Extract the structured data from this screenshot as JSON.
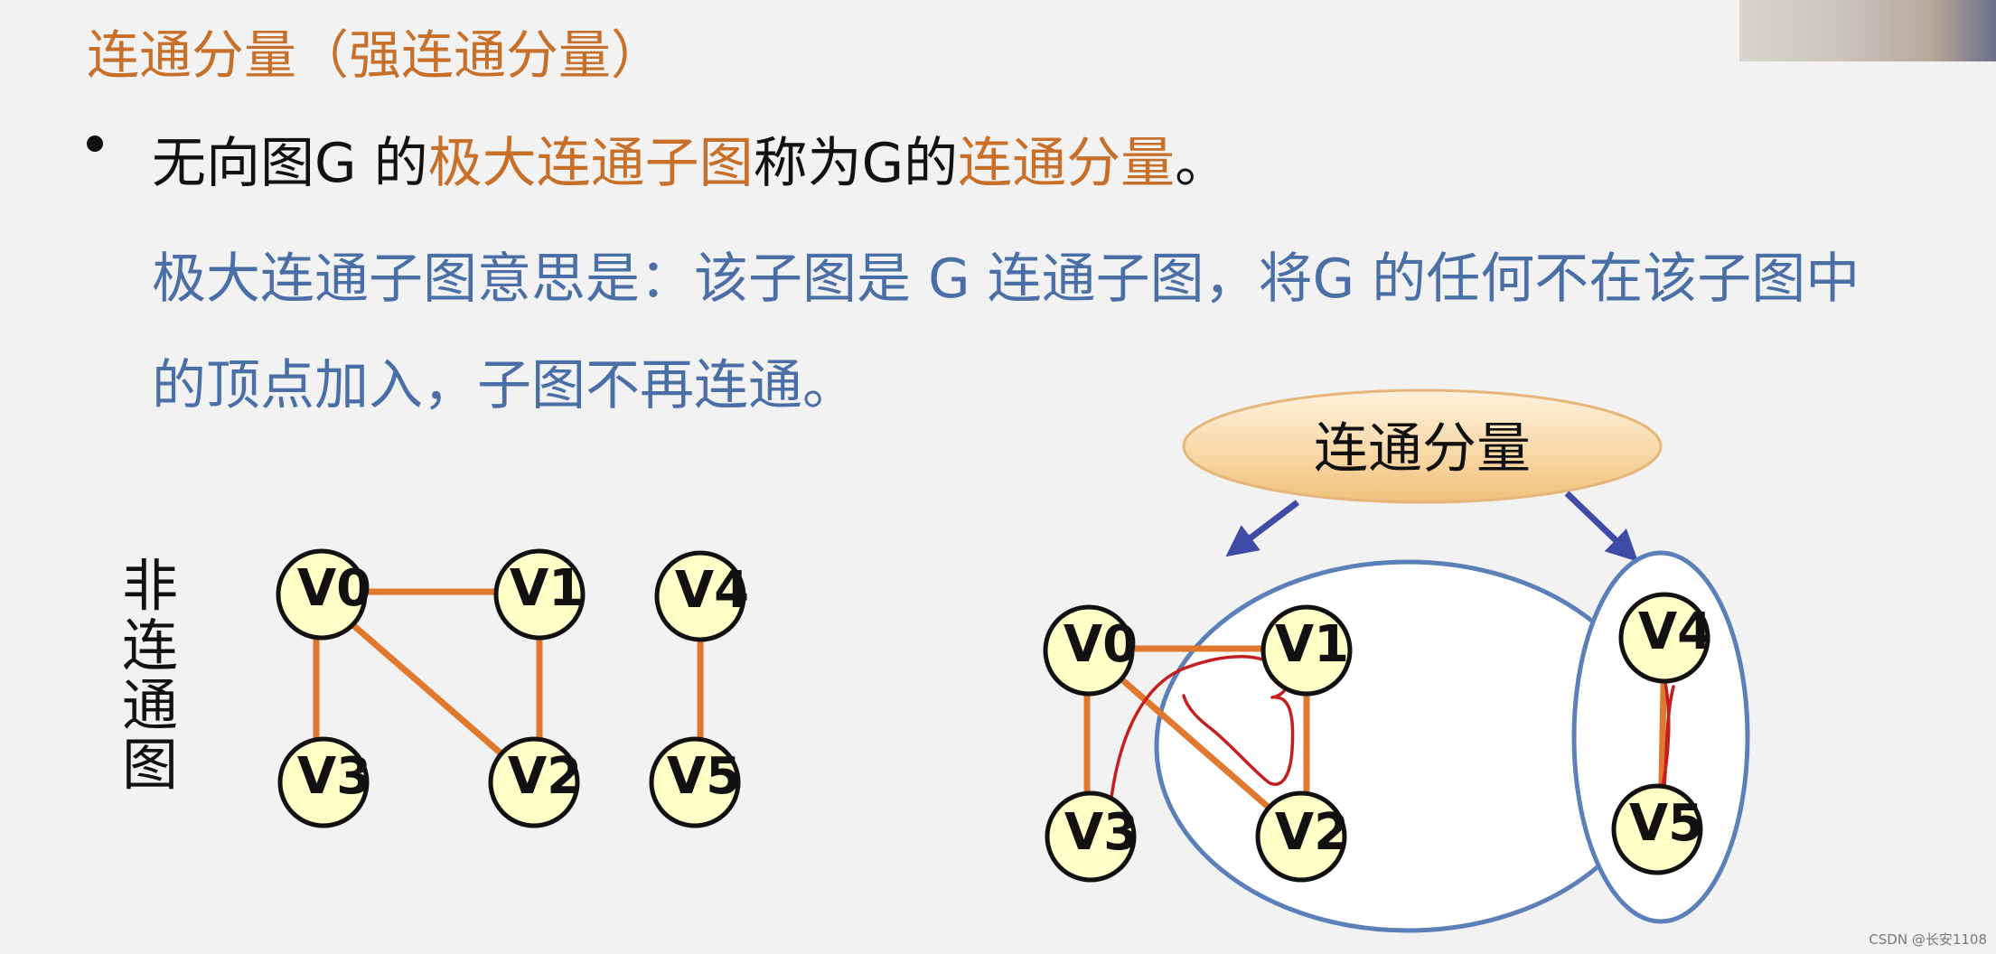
{
  "title": "连通分量（强连通分量）",
  "definition": {
    "p1": "无向图G 的",
    "hl1": "极大连通子图",
    "p2": "称为G的",
    "hl2": "连通分量",
    "p3": "。"
  },
  "explanation": "极大连通子图意思是：该子图是 G 连通子图，将G 的任何不在该子图中的顶点加入，子图不再连通。",
  "left_graph_label": "非连通图",
  "bubble_label": "连通分量",
  "nodes": {
    "v0": "V0",
    "v1": "V1",
    "v2": "V2",
    "v3": "V3",
    "v4": "V4",
    "v5": "V5"
  },
  "watermark": "CSDN @长安1108",
  "colors": {
    "title": "#c8702a",
    "highlight": "#c8702a",
    "explanation": "#4a6fa6",
    "node_fill": "#ffffc8",
    "edge": "#e0782d",
    "ellipse_stroke": "#5b7fb8",
    "arrow": "#3f4ba6",
    "annotation": "#c41e1e"
  }
}
